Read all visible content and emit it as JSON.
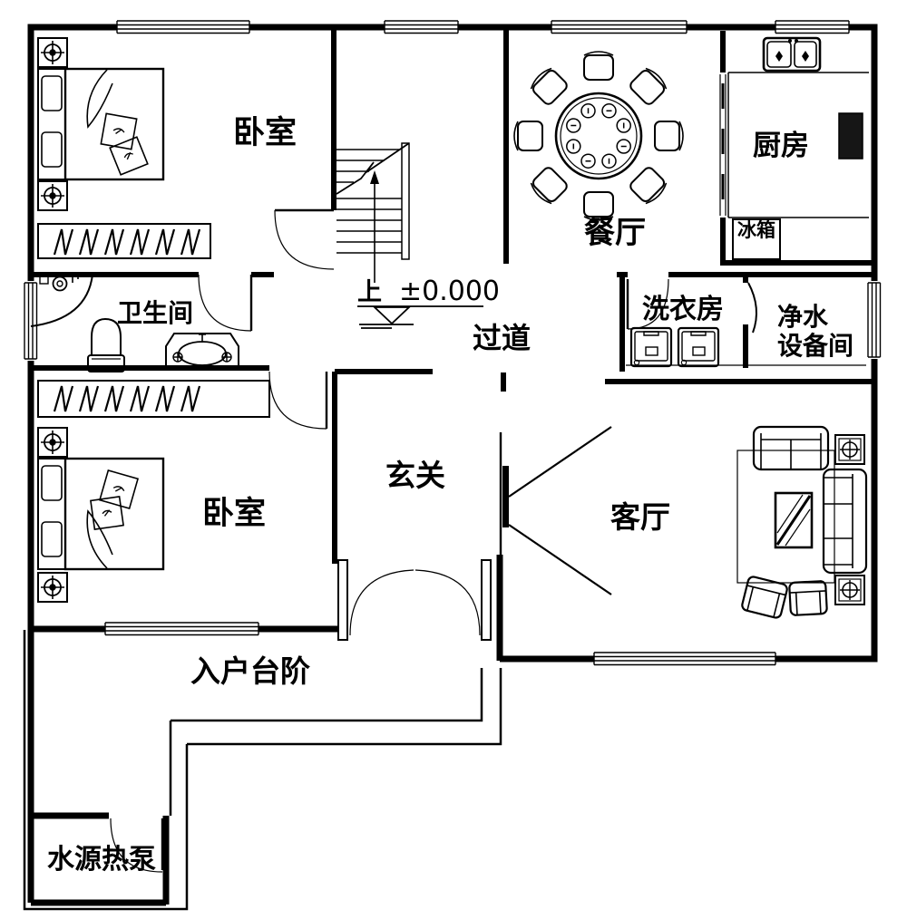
{
  "colors": {
    "line": "#000000",
    "background": "#ffffff"
  },
  "rooms": {
    "bedroom_top": {
      "label": "卧室"
    },
    "bedroom_bottom": {
      "label": "卧室"
    },
    "dining": {
      "label": "餐厅"
    },
    "kitchen": {
      "label": "厨房"
    },
    "bathroom": {
      "label": "卫生间"
    },
    "hallway": {
      "label": "过道"
    },
    "laundry": {
      "label": "洗衣房"
    },
    "purifier_room": {
      "label_line1": "净水",
      "label_line2": "设备间"
    },
    "foyer": {
      "label": "玄关"
    },
    "living_room": {
      "label": "客厅"
    },
    "entry_steps": {
      "label": "入户台阶"
    },
    "heat_pump_room": {
      "label": "水源热泵"
    }
  },
  "appliances": {
    "fridge": {
      "label": "冰箱"
    }
  },
  "annotations": {
    "stairs_direction": "上",
    "floor_elevation": "±0.000"
  }
}
